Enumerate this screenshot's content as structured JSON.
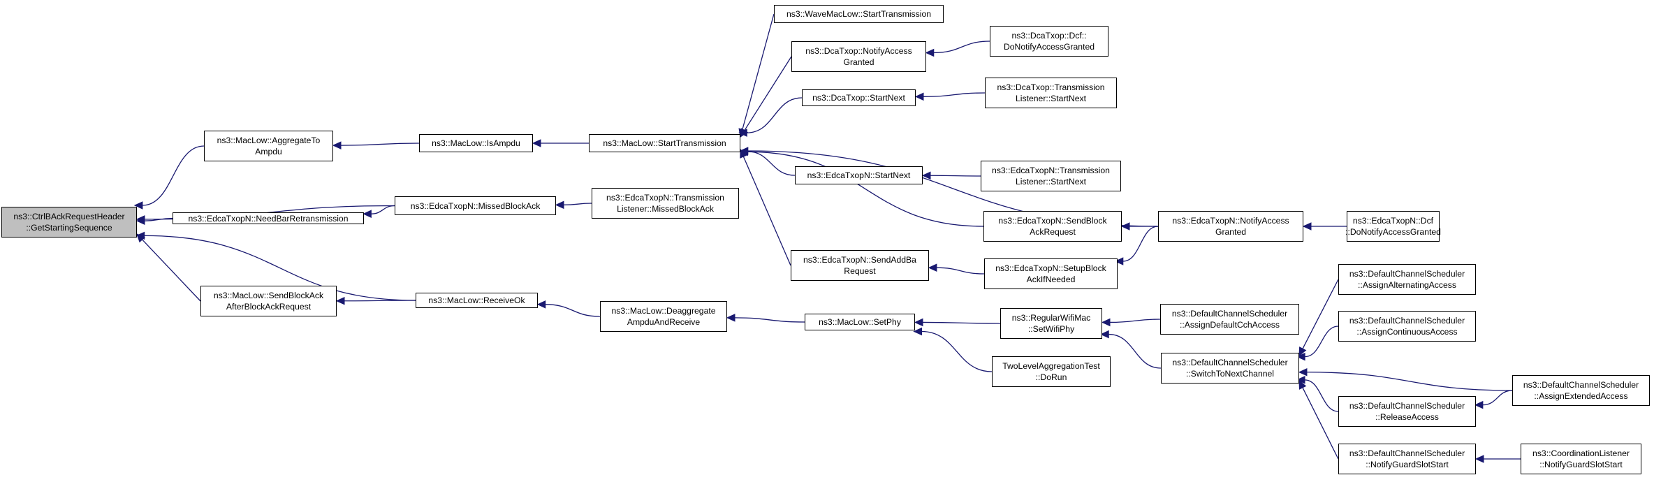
{
  "graph": {
    "edge_color": "#191970",
    "root_fill": "#bfbfbf",
    "nodes": [
      {
        "id": "n1",
        "lines": [
          "ns3::CtrlBAckRequestHeader",
          "::GetStartingSequence"
        ],
        "root": true
      },
      {
        "id": "n2",
        "lines": [
          "ns3::MacLow::AggregateTo",
          "Ampdu"
        ]
      },
      {
        "id": "n3",
        "lines": [
          "ns3::EdcaTxopN::NeedBarRetransmission"
        ]
      },
      {
        "id": "n4",
        "lines": [
          "ns3::MacLow::SendBlockAck",
          "AfterBlockAckRequest"
        ]
      },
      {
        "id": "n5",
        "lines": [
          "ns3::MacLow::IsAmpdu"
        ]
      },
      {
        "id": "n6",
        "lines": [
          "ns3::EdcaTxopN::MissedBlockAck"
        ]
      },
      {
        "id": "n7",
        "lines": [
          "ns3::MacLow::ReceiveOk"
        ]
      },
      {
        "id": "n8",
        "lines": [
          "ns3::MacLow::StartTransmission"
        ]
      },
      {
        "id": "n9",
        "lines": [
          "ns3::EdcaTxopN::Transmission",
          "Listener::MissedBlockAck"
        ]
      },
      {
        "id": "n10",
        "lines": [
          "ns3::MacLow::Deaggregate",
          "AmpduAndReceive"
        ]
      },
      {
        "id": "n11",
        "lines": [
          "ns3::WaveMacLow::StartTransmission"
        ]
      },
      {
        "id": "n12",
        "lines": [
          "ns3::DcaTxop::NotifyAccess",
          "Granted"
        ]
      },
      {
        "id": "n13",
        "lines": [
          "ns3::DcaTxop::StartNext"
        ]
      },
      {
        "id": "n14",
        "lines": [
          "ns3::EdcaTxopN::StartNext"
        ]
      },
      {
        "id": "n15",
        "lines": [
          "ns3::EdcaTxopN::SendBlock",
          "AckRequest"
        ]
      },
      {
        "id": "n16",
        "lines": [
          "ns3::EdcaTxopN::SendAddBa",
          "Request"
        ]
      },
      {
        "id": "n17",
        "lines": [
          "ns3::MacLow::SetPhy"
        ]
      },
      {
        "id": "n18",
        "lines": [
          "ns3::DcaTxop::Dcf::",
          "DoNotifyAccessGranted"
        ]
      },
      {
        "id": "n19",
        "lines": [
          "ns3::DcaTxop::Transmission",
          "Listener::StartNext"
        ]
      },
      {
        "id": "n20",
        "lines": [
          "ns3::EdcaTxopN::Transmission",
          "Listener::StartNext"
        ]
      },
      {
        "id": "n21",
        "lines": [
          "ns3::EdcaTxopN::SetupBlock",
          "AckIfNeeded"
        ]
      },
      {
        "id": "n22",
        "lines": [
          "ns3::RegularWifiMac",
          "::SetWifiPhy"
        ]
      },
      {
        "id": "n23",
        "lines": [
          "TwoLevelAggregationTest",
          "::DoRun"
        ]
      },
      {
        "id": "n24",
        "lines": [
          "ns3::EdcaTxopN::NotifyAccess",
          "Granted"
        ]
      },
      {
        "id": "n25",
        "lines": [
          "ns3::DefaultChannelScheduler",
          "::AssignDefaultCchAccess"
        ]
      },
      {
        "id": "n26",
        "lines": [
          "ns3::DefaultChannelScheduler",
          "::SwitchToNextChannel"
        ]
      },
      {
        "id": "n27",
        "lines": [
          "ns3::EdcaTxopN::Dcf",
          "::DoNotifyAccessGranted"
        ]
      },
      {
        "id": "n28",
        "lines": [
          "ns3::DefaultChannelScheduler",
          "::AssignAlternatingAccess"
        ]
      },
      {
        "id": "n29",
        "lines": [
          "ns3::DefaultChannelScheduler",
          "::AssignContinuousAccess"
        ]
      },
      {
        "id": "n30",
        "lines": [
          "ns3::DefaultChannelScheduler",
          "::ReleaseAccess"
        ]
      },
      {
        "id": "n31",
        "lines": [
          "ns3::DefaultChannelScheduler",
          "::NotifyGuardSlotStart"
        ]
      },
      {
        "id": "n32",
        "lines": [
          "ns3::DefaultChannelScheduler",
          "::AssignExtendedAccess"
        ]
      },
      {
        "id": "n33",
        "lines": [
          "ns3::CoordinationListener",
          "::NotifyGuardSlotStart"
        ]
      }
    ],
    "edges": [
      {
        "from": "n2",
        "to": "n1"
      },
      {
        "from": "n3",
        "to": "n1"
      },
      {
        "from": "n6",
        "to": "n1"
      },
      {
        "from": "n7",
        "to": "n1"
      },
      {
        "from": "n4",
        "to": "n1"
      },
      {
        "from": "n5",
        "to": "n2"
      },
      {
        "from": "n6",
        "to": "n3"
      },
      {
        "from": "n7",
        "to": "n4"
      },
      {
        "from": "n8",
        "to": "n5"
      },
      {
        "from": "n9",
        "to": "n6"
      },
      {
        "from": "n10",
        "to": "n7"
      },
      {
        "from": "n11",
        "to": "n8"
      },
      {
        "from": "n12",
        "to": "n8"
      },
      {
        "from": "n13",
        "to": "n8"
      },
      {
        "from": "n24",
        "to": "n8"
      },
      {
        "from": "n14",
        "to": "n8"
      },
      {
        "from": "n15",
        "to": "n8"
      },
      {
        "from": "n16",
        "to": "n8"
      },
      {
        "from": "n17",
        "to": "n10"
      },
      {
        "from": "n18",
        "to": "n12"
      },
      {
        "from": "n19",
        "to": "n13"
      },
      {
        "from": "n20",
        "to": "n14"
      },
      {
        "from": "n24",
        "to": "n15"
      },
      {
        "from": "n21",
        "to": "n16"
      },
      {
        "from": "n24",
        "to": "n21"
      },
      {
        "from": "n22",
        "to": "n17"
      },
      {
        "from": "n23",
        "to": "n17"
      },
      {
        "from": "n27",
        "to": "n24"
      },
      {
        "from": "n25",
        "to": "n22"
      },
      {
        "from": "n26",
        "to": "n22"
      },
      {
        "from": "n28",
        "to": "n26"
      },
      {
        "from": "n29",
        "to": "n26"
      },
      {
        "from": "n32",
        "to": "n26"
      },
      {
        "from": "n30",
        "to": "n26"
      },
      {
        "from": "n31",
        "to": "n26"
      },
      {
        "from": "n32",
        "to": "n30"
      },
      {
        "from": "n33",
        "to": "n31"
      }
    ]
  }
}
